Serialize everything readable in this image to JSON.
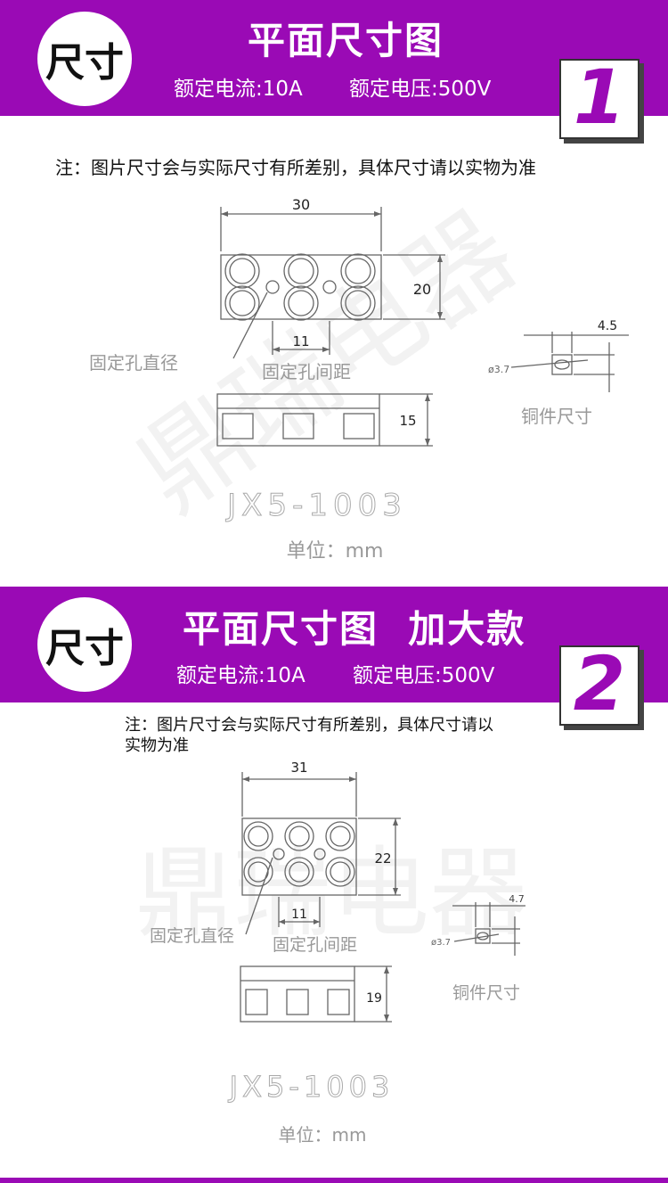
{
  "sections": [
    {
      "badge": "尺寸",
      "title": "平面尺寸图",
      "current": "额定电流:10A",
      "voltage": "额定电压:500V",
      "number": "1",
      "note": "注：图片尺寸会与实际尺寸有所差别，具体尺寸请以实物为准",
      "dims": {
        "width": "30",
        "height": "20",
        "spacing": "11",
        "depth": "15",
        "copper_w": "4.5",
        "copper_d": "ø3.7"
      },
      "labels": {
        "hole_dia": "固定孔直径",
        "hole_spacing": "固定孔间距",
        "copper": "铜件尺寸",
        "model": "JX5-1003",
        "unit": "单位：mm",
        "watermark": "鼎瑞电器"
      }
    },
    {
      "badge": "尺寸",
      "title": "平面尺寸图  加大款",
      "current": "额定电流:10A",
      "voltage": "额定电压:500V",
      "number": "2",
      "note": "注：图片尺寸会与实际尺寸有所差别，具体尺寸请以实物为准",
      "dims": {
        "width": "31",
        "height": "22",
        "spacing": "11",
        "depth": "19",
        "copper_w": "4.7",
        "copper_d": "ø3.7"
      },
      "labels": {
        "hole_dia": "固定孔直径",
        "hole_spacing": "固定孔间距",
        "copper": "铜件尺寸",
        "model": "JX5-1003",
        "unit": "单位：mm",
        "watermark": "鼎瑞电器"
      }
    }
  ],
  "colors": {
    "accent": "#9a0ab5",
    "line": "#555555",
    "label": "#888888"
  }
}
